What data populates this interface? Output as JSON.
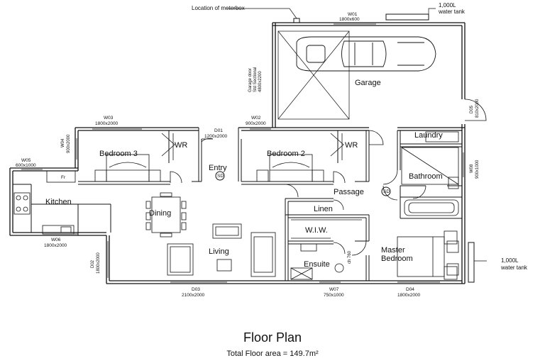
{
  "title": "Floor Plan",
  "area": "Total Floor area  = 149.7m²",
  "rooms": {
    "garage": "Garage",
    "bedroom3": "Bedroom 3",
    "wr1": "WR",
    "entry": "Entry",
    "bedroom2": "Bedroom 2",
    "wr2": "WR",
    "laundry": "Laundry",
    "bathroom": "Bathroom",
    "kitchen": "Kitchen",
    "dining": "Dining",
    "passage": "Passage",
    "linen": "Linen",
    "wiw": "W.I.W.",
    "living": "Living",
    "ensuite": "Ensuite",
    "master1": "Master",
    "master2": "Bedroom"
  },
  "labels": {
    "meterbox": "Location of meterbox",
    "tank_top_1": "1,000L",
    "tank_top_2": "water tank",
    "tank_right_1": "1,000L",
    "tank_right_2": "water tank",
    "fridge": "Fr",
    "sd1": "SD",
    "sd2": "SD",
    "garage_door_1": "Garage door",
    "garage_door_2": "Std Sectional",
    "garage_door_3": "4800x2200"
  },
  "openings": {
    "w01": "W01",
    "w01_size": "1800x600",
    "w03": "W03",
    "w03_size": "1800x2000",
    "d01": "D01",
    "d01_size": "1200x2000",
    "w02": "W02",
    "w02_size": "900x2000",
    "w04": "W04",
    "w04_size": "900x2000",
    "w05": "W05",
    "w05_size": "600x1000",
    "w06": "W06",
    "w06_size": "1800x2000",
    "d02": "D02",
    "d02_size": "1800x2000",
    "d03": "D03",
    "d03_size": "2100x2000",
    "w07": "W07",
    "w07_size": "750x1000",
    "d04": "D04",
    "d04_size": "1800x2000",
    "d05": "D05",
    "d05_size": "810x2000",
    "w08": "W08",
    "w08_size": "900x1000",
    "ensuite_door": "ch 760"
  }
}
